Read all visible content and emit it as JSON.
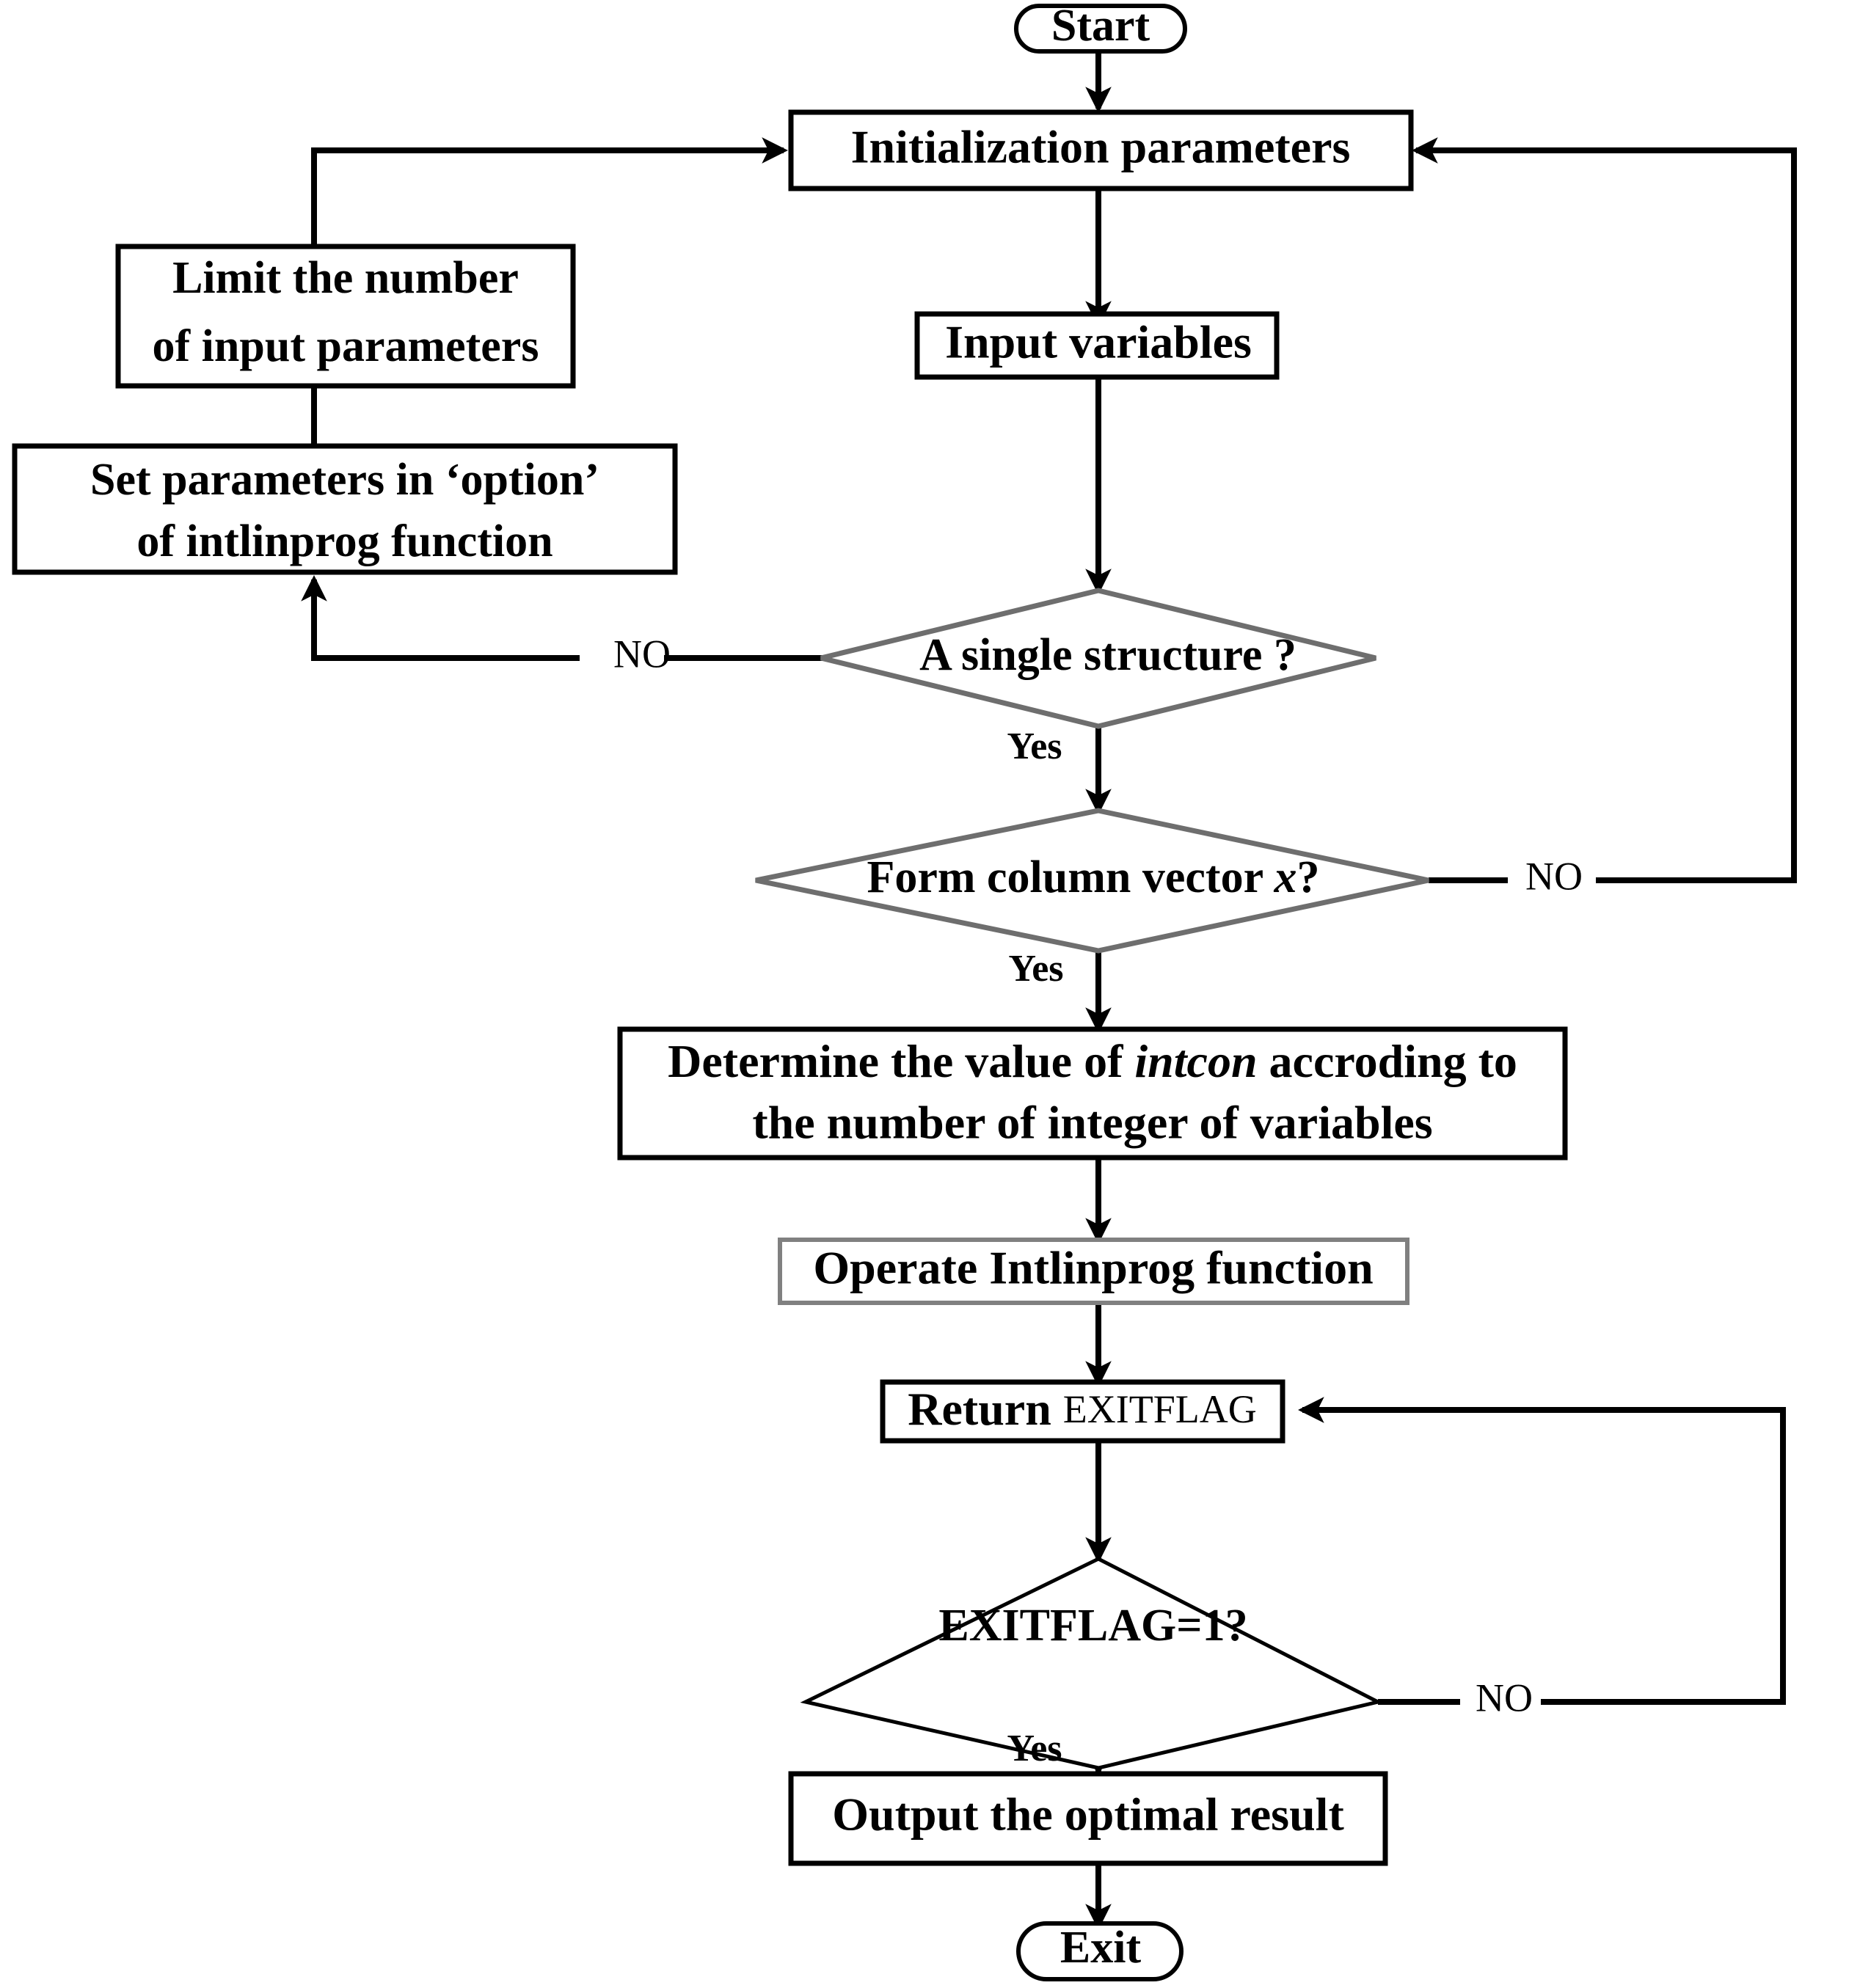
{
  "diagram": {
    "title": "Intlinprog optimization flowchart",
    "colors": {
      "stroke_black": "#000000",
      "stroke_gray": "#808080",
      "background": "#ffffff"
    },
    "nodes": {
      "start": {
        "label": "Start",
        "shape": "terminator"
      },
      "init": {
        "label": "Initialization parameters",
        "shape": "process"
      },
      "input_vars": {
        "label": "Input variables",
        "shape": "process"
      },
      "limit_params": {
        "line1": "Limit the number",
        "line2": "of input parameters",
        "shape": "process"
      },
      "set_option": {
        "line1": "Set parameters in ‘option’",
        "line2": "of intlinprog function",
        "shape": "process"
      },
      "dec_single": {
        "label": "A single structure ?",
        "shape": "decision"
      },
      "dec_colvec": {
        "prefix": "Form column vector ",
        "variable": "x",
        "suffix": "?",
        "shape": "decision"
      },
      "determine_intcon": {
        "line1_a": "Determine the value of ",
        "line1_var": "intcon",
        "line1_b": " accroding to",
        "line2": "the number of integer of variables",
        "shape": "process"
      },
      "operate": {
        "label": "Operate Intlinprog function",
        "shape": "process"
      },
      "return_flag": {
        "prefix": "Return ",
        "variable": "EXITFLAG",
        "shape": "process"
      },
      "dec_exitflag": {
        "label": "EXITFLAG=1?",
        "shape": "decision"
      },
      "output_result": {
        "label": "Output the optimal result",
        "shape": "process"
      },
      "exit": {
        "label": "Exit",
        "shape": "terminator"
      }
    },
    "edge_labels": {
      "no_single": "NO",
      "yes_single": "Yes",
      "no_colvec": "NO",
      "yes_colvec": "Yes",
      "no_exitflag": "NO",
      "yes_exitflag": "Yes"
    }
  }
}
